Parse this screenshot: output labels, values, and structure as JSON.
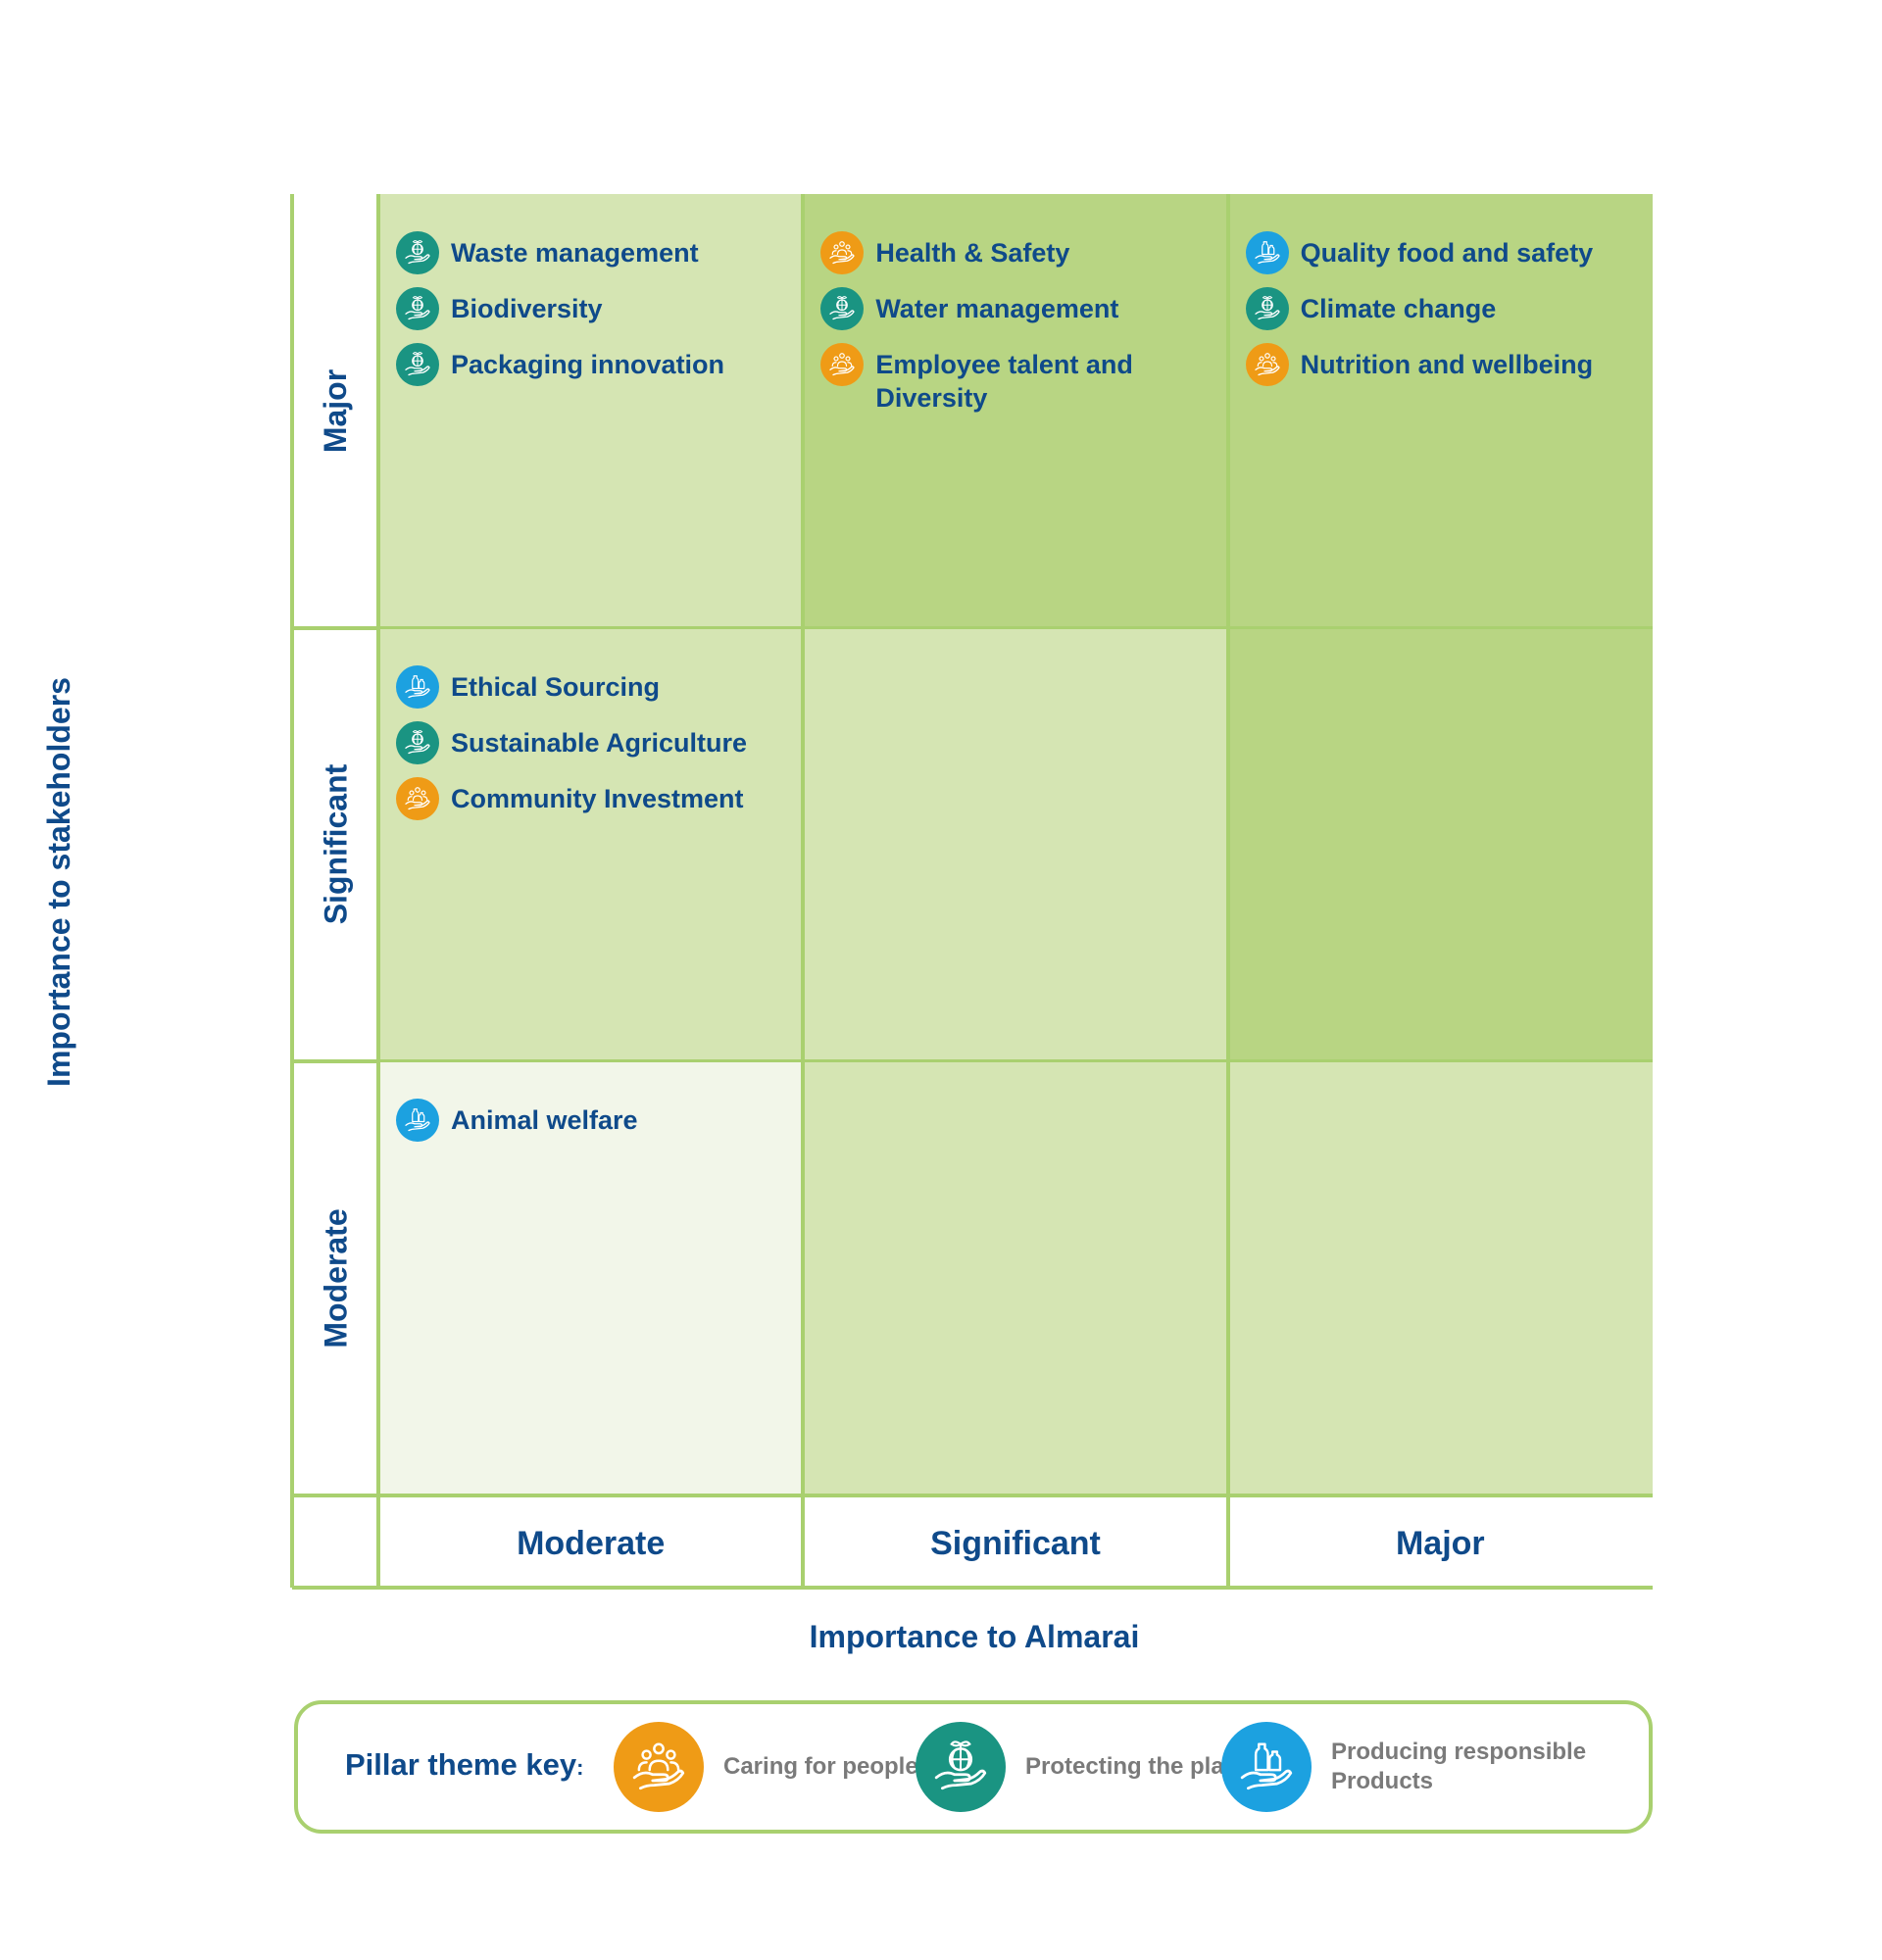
{
  "chart_data": {
    "type": "table",
    "y_axis_title": "Importance to stakeholders",
    "x_axis_title": "Importance to Almarai",
    "rows": [
      "Major",
      "Significant",
      "Moderate"
    ],
    "columns": [
      "Moderate",
      "Significant",
      "Major"
    ],
    "cells": [
      [
        {
          "fill": "#d5e5b3",
          "items": [
            {
              "label": "Waste management",
              "pillar": "planet"
            },
            {
              "label": "Biodiversity",
              "pillar": "planet"
            },
            {
              "label": "Packaging innovation",
              "pillar": "planet"
            }
          ]
        },
        {
          "fill": "#b8d583",
          "items": [
            {
              "label": "Health & Safety",
              "pillar": "people"
            },
            {
              "label": "Water management",
              "pillar": "planet"
            },
            {
              "label": "Employee talent and Diversity",
              "pillar": "people"
            }
          ]
        },
        {
          "fill": "#b8d583",
          "items": [
            {
              "label": "Quality food and safety",
              "pillar": "products"
            },
            {
              "label": "Climate change",
              "pillar": "planet"
            },
            {
              "label": "Nutrition and wellbeing",
              "pillar": "people"
            }
          ]
        }
      ],
      [
        {
          "fill": "#d5e5b3",
          "items": [
            {
              "label": "Ethical Sourcing",
              "pillar": "products"
            },
            {
              "label": "Sustainable Agriculture",
              "pillar": "planet"
            },
            {
              "label": "Community Investment",
              "pillar": "people"
            }
          ]
        },
        {
          "fill": "#d5e5b3",
          "items": []
        },
        {
          "fill": "#b8d583",
          "items": []
        }
      ],
      [
        {
          "fill": "#f2f6e9",
          "items": [
            {
              "label": "Animal welfare",
              "pillar": "products"
            }
          ]
        },
        {
          "fill": "#d5e5b3",
          "items": []
        },
        {
          "fill": "#d5e5b3",
          "items": []
        }
      ]
    ]
  },
  "key": {
    "title": "Pillar theme key",
    "separator": ":",
    "entries": [
      {
        "id": "people",
        "label": "Caring for people",
        "color": "#ef9b16",
        "icon": "people-in-hand-icon"
      },
      {
        "id": "planet",
        "label": "Protecting the planet",
        "color": "#1a9482",
        "icon": "globe-in-hand-icon"
      },
      {
        "id": "products",
        "label": "Producing responsible Products",
        "color": "#1ca1e0",
        "icon": "bottles-in-hand-icon"
      }
    ]
  },
  "colors": {
    "grid_line": "#a9d06f",
    "text": "#0f4a8a",
    "key_text": "#7a7a7a"
  }
}
